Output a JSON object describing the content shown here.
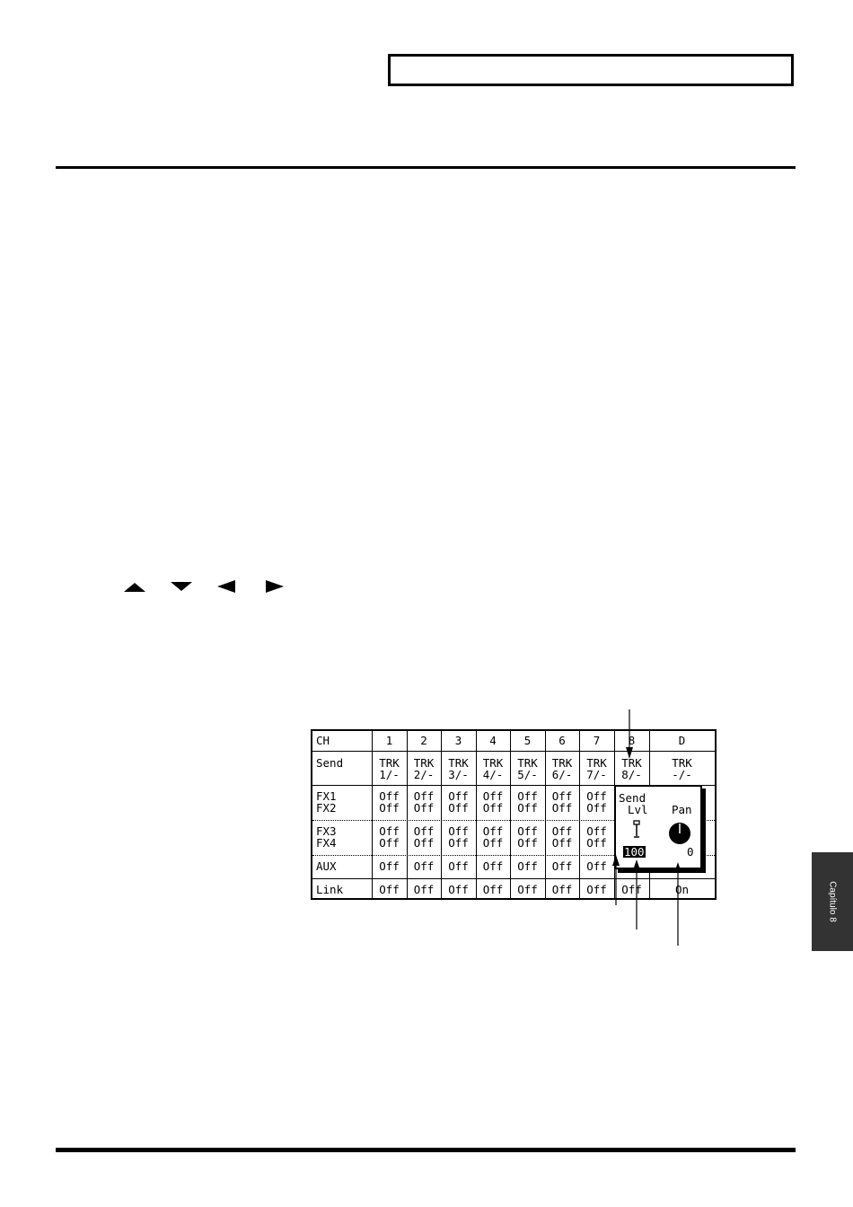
{
  "lcd": {
    "ch_label": "CH",
    "columns": [
      "1",
      "2",
      "3",
      "4",
      "5",
      "6",
      "7",
      "8",
      "D"
    ],
    "row_labels": {
      "send": "Send",
      "fx1": "FX1",
      "fx2": "FX2",
      "fx3": "FX3",
      "fx4": "FX4",
      "aux": "AUX",
      "link": "Link"
    },
    "send_top": [
      "TRK",
      "TRK",
      "TRK",
      "TRK",
      "TRK",
      "TRK",
      "TRK",
      "TRK",
      "TRK"
    ],
    "send_bottom": [
      "1/-",
      "2/-",
      "3/-",
      "4/-",
      "5/-",
      "6/-",
      "7/-",
      "8/-",
      "-/-"
    ],
    "off": "Off",
    "link_values": [
      "Off",
      "Off",
      "Off",
      "Off",
      "Off",
      "Off",
      "Off",
      "Off",
      "On"
    ],
    "popup": {
      "title": "Send",
      "lvl_label": "Lvl",
      "pan_label": "Pan",
      "level_value": "100",
      "pan_value": "0"
    }
  },
  "side_tab": {
    "label": "Capítulo 8"
  }
}
